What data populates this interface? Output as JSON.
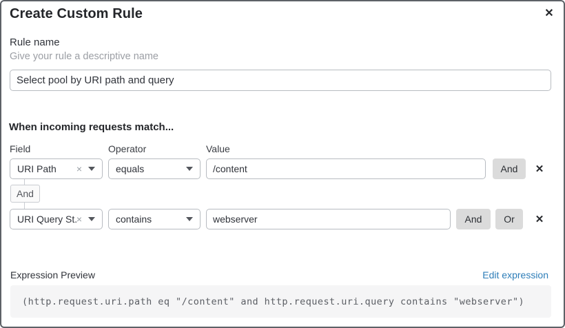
{
  "modal": {
    "title": "Create Custom Rule",
    "close_icon": "✕"
  },
  "rule_name": {
    "label": "Rule name",
    "helper": "Give your rule a descriptive name",
    "value": "Select pool by URI path and query"
  },
  "matcher": {
    "heading": "When incoming requests match...",
    "columns": {
      "field": "Field",
      "operator": "Operator",
      "value": "Value"
    },
    "rows": [
      {
        "field": "URI Path",
        "operator": "equals",
        "value": "/content",
        "and_label": "And"
      },
      {
        "field": "URI Query St...",
        "operator": "contains",
        "value": "webserver",
        "and_label": "And",
        "or_label": "Or"
      }
    ],
    "connector_label": "And",
    "clear_icon": "×",
    "delete_icon": "✕"
  },
  "expression": {
    "label": "Expression Preview",
    "edit_link": "Edit expression",
    "code": "(http.request.uri.path eq \"/content\" and http.request.uri.query contains \"webserver\")"
  },
  "colors": {
    "link_blue": "#2d7db8",
    "button_gray": "#dbdbdb",
    "border_gray": "#b7bbc0",
    "code_bg": "#f5f5f6"
  }
}
